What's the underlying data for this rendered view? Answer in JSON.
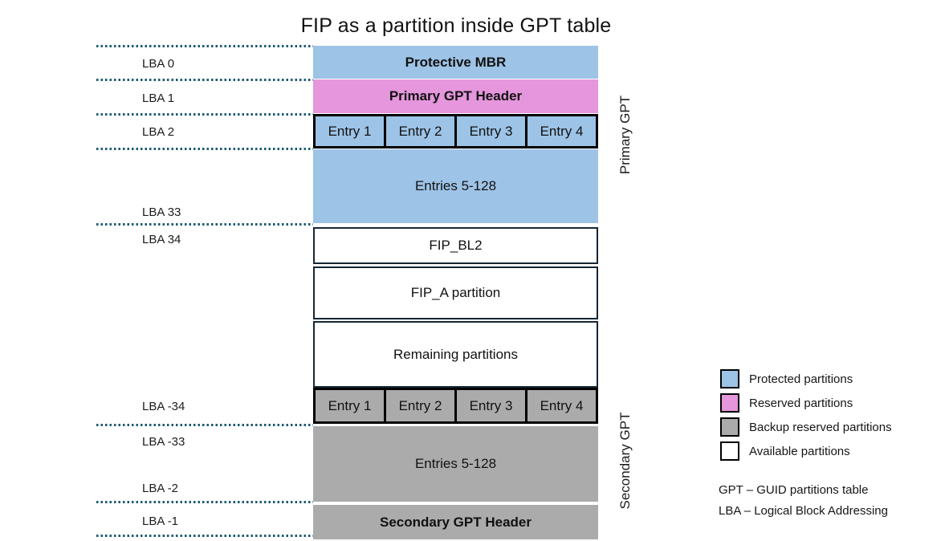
{
  "title": "FIP as a partition inside GPT table",
  "colors": {
    "protected": "#9DC3E6",
    "reserved": "#E596DC",
    "backup": "#ABABAB",
    "available": "#FFFFFF",
    "dotted_line": "#1D5B73"
  },
  "diagram": {
    "lba_labels": [
      "LBA 0",
      "LBA 1",
      "LBA 2",
      "LBA 33",
      "LBA 34",
      "LBA -34",
      "LBA -33",
      "LBA -2",
      "LBA -1"
    ],
    "blocks": {
      "protective_mbr": "Protective MBR",
      "primary_gpt_header": "Primary GPT Header",
      "entries_5_128": "Entries 5-128",
      "fip_bl2": "FIP_BL2",
      "fip_a": "FIP_A partition",
      "remaining": "Remaining partitions",
      "secondary_entries_5_128": "Entries 5-128",
      "secondary_gpt_header": "Secondary GPT Header"
    },
    "entry_labels": [
      "Entry 1",
      "Entry 2",
      "Entry 3",
      "Entry 4"
    ],
    "side_labels": {
      "primary": "Primary GPT",
      "secondary": "Secondary GPT"
    }
  },
  "legend": {
    "items": [
      {
        "label": "Protected partitions",
        "color": "#9DC3E6"
      },
      {
        "label": "Reserved partitions",
        "color": "#E596DC"
      },
      {
        "label": "Backup reserved partitions",
        "color": "#ABABAB"
      },
      {
        "label": "Available partitions",
        "color": "#FFFFFF"
      }
    ]
  },
  "notes": [
    "GPT – GUID partitions table",
    "LBA – Logical Block Addressing"
  ]
}
